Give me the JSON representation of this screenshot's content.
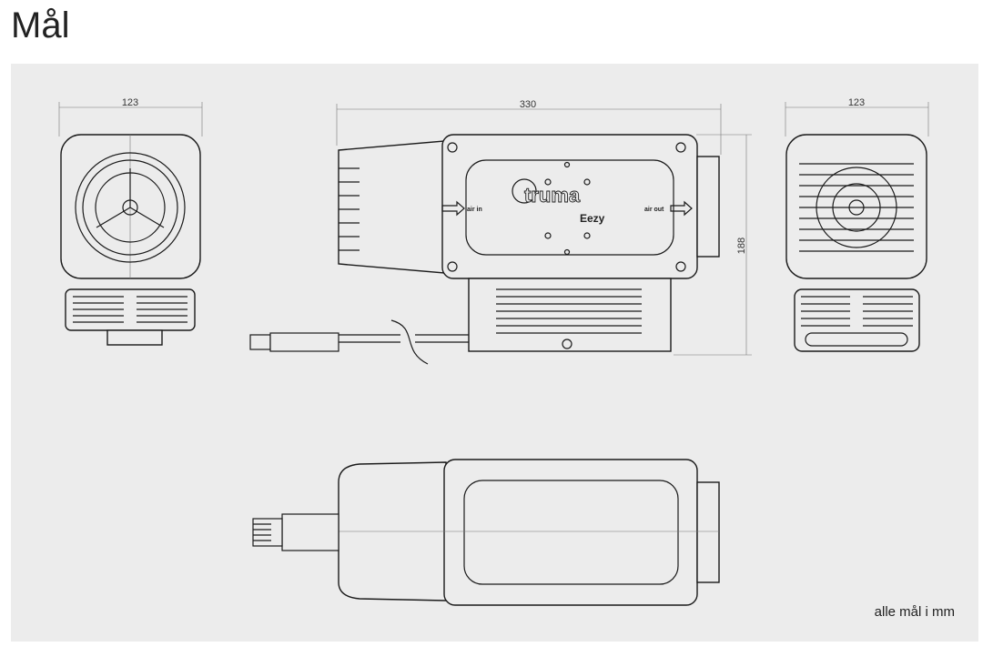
{
  "page": {
    "title": "Mål",
    "note": "alle mål i mm"
  },
  "dimensions": {
    "front_width": "123",
    "side_length": "330",
    "side_height": "188",
    "rear_width": "123"
  },
  "labels": {
    "air_in": "air in",
    "air_out": "air out",
    "brand": "truma",
    "model": "Eezy"
  }
}
